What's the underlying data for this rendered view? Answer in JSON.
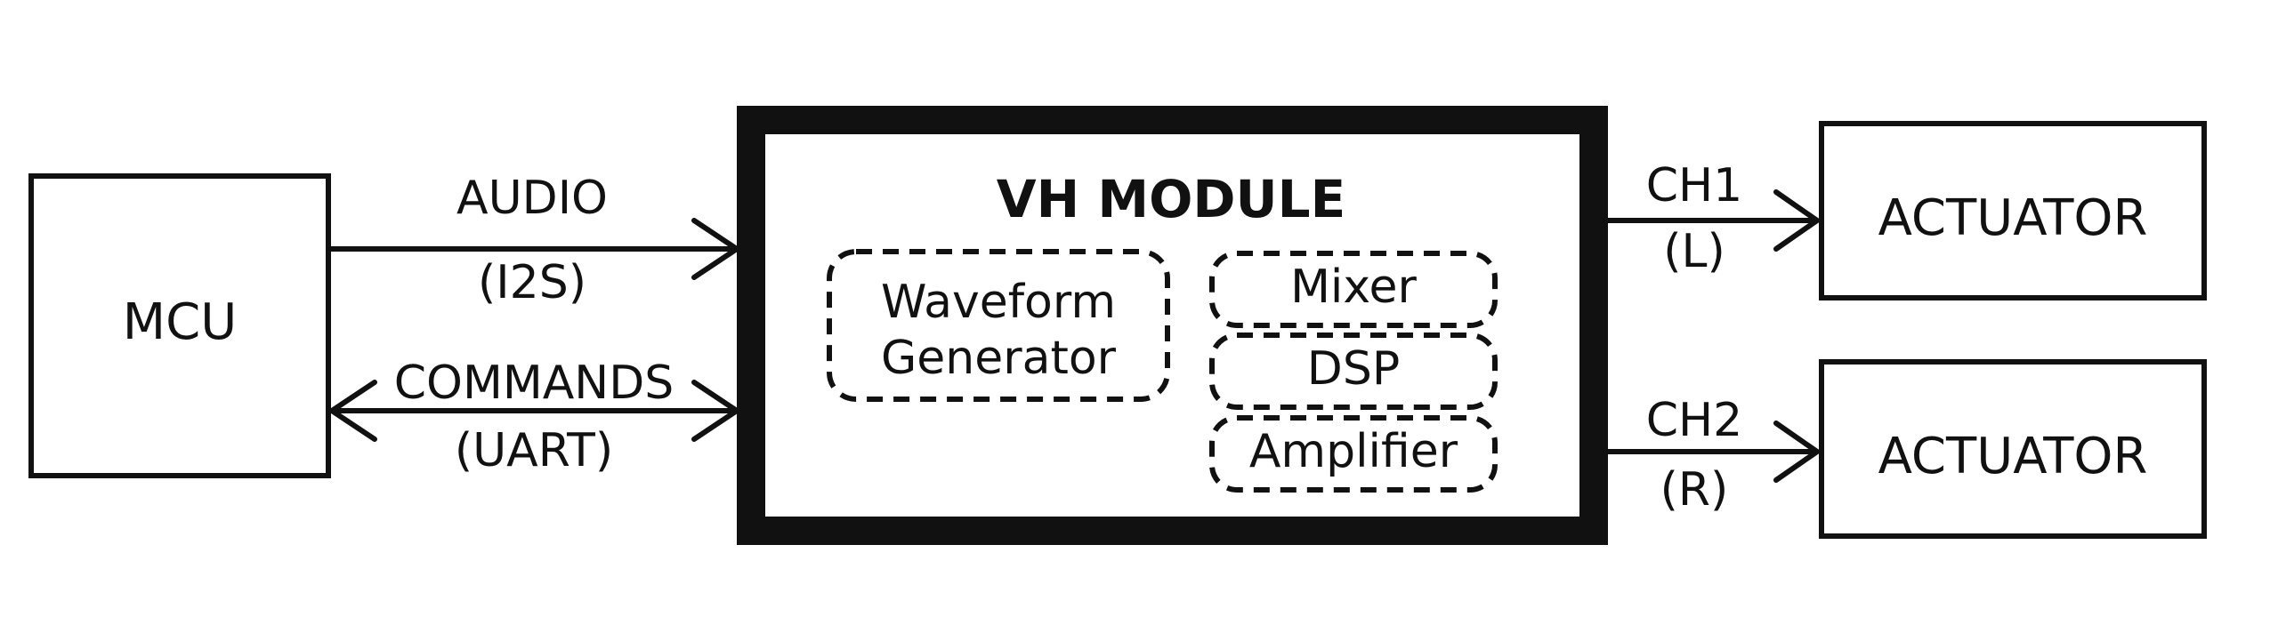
{
  "nodes": {
    "mcu": "MCU",
    "module_title": "VH MODULE",
    "waveform_line1": "Waveform",
    "waveform_line2": "Generator",
    "mixer": "Mixer",
    "dsp": "DSP",
    "amplifier": "Amplifier",
    "actuator_1": "ACTUATOR",
    "actuator_2": "ACTUATOR"
  },
  "connections": {
    "audio_label": "AUDIO",
    "audio_sub": "(I2S)",
    "commands_label": "COMMANDS",
    "commands_sub": "(UART)",
    "ch1_label": "CH1",
    "ch1_sub": "(L)",
    "ch2_label": "CH2",
    "ch2_sub": "(R)"
  }
}
